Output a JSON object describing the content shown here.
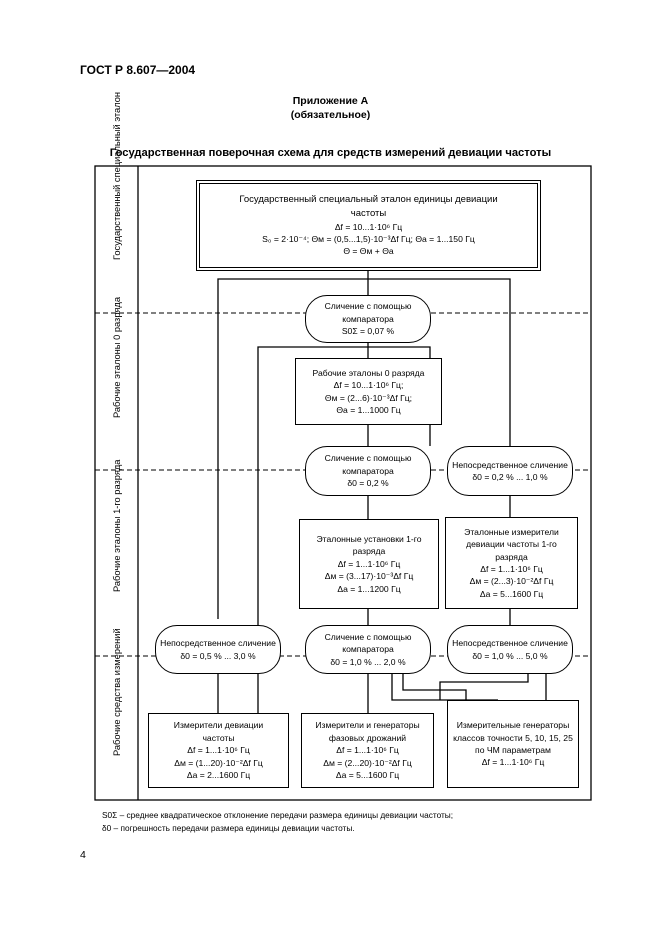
{
  "header": {
    "doc_id": "ГОСТ Р 8.607—2004"
  },
  "appendix": {
    "title": "Приложение А",
    "subtitle": "(обязательное)"
  },
  "diagram": {
    "title": "Государственная поверочная схема для средств измерений девиации частоты",
    "levels": [
      "Государственный специальный эталон",
      "Рабочие эталоны 0 разряда",
      "Рабочие эталоны 1-го разряда",
      "Рабочие средства измерений"
    ],
    "state_standard": {
      "title": "Государственный специальный эталон единицы девиации частоты",
      "line1": "Δf = 10...1·10⁶ Гц",
      "line2": "S₀ = 2·10⁻⁴; Θм = (0,5...1,5)·10⁻³Δf Гц; Θа = 1...150 Гц",
      "line3": "Θ = Θм + Θа"
    },
    "cmp_top": {
      "title": "Сличение с помощью компаратора",
      "value": "S0Σ = 0,07 %"
    },
    "work0": {
      "title": "Рабочие эталоны 0 разряда",
      "line1": "Δf = 10...1·10⁶ Гц;",
      "line2": "Θм = (2...6)·10⁻³Δf Гц;",
      "line3": "Θа = 1...1000 Гц"
    },
    "cmp_mid": {
      "title": "Сличение с помощью компаратора",
      "value": "δ0 = 0,2 %"
    },
    "direct_mid": {
      "title": "Непосредственное сличение",
      "value": "δ0 = 0,2 % ... 1,0 %"
    },
    "install1": {
      "title": "Эталонные установки 1-го разряда",
      "line1": "Δf = 1...1·10⁶ Гц",
      "line2": "Δм = (3...17)·10⁻³Δf Гц",
      "line3": "Δа = 1...1200 Гц"
    },
    "meter1": {
      "title": "Эталонные измерители девиации частоты 1-го разряда",
      "line1": "Δf = 1...1·10⁶ Гц",
      "line2": "Δм = (2...3)·10⁻²Δf Гц",
      "line3": "Δа = 5...1600 Гц"
    },
    "direct_left": {
      "title": "Непосредственное сличение",
      "value": "δ0 = 0,5 % ... 3,0 %"
    },
    "cmp_low": {
      "title": "Сличение с помощью компаратора",
      "value": "δ0 = 1,0 % ... 2,0 %"
    },
    "direct_right": {
      "title": "Непосредственное сличение",
      "value": "δ0 = 1,0 % ... 5,0 %"
    },
    "tool_a": {
      "title": "Измерители девиации частоты",
      "line1": "Δf = 1...1·10⁶ Гц",
      "line2": "Δм = (1...20)·10⁻²Δf Гц",
      "line3": "Δа = 2...1600 Гц"
    },
    "tool_b": {
      "title": "Измерители и генераторы фазовых дрожаний",
      "line1": "Δf = 1...1·10⁶ Гц",
      "line2": "Δм = (2...20)·10⁻²Δf Гц",
      "line3": "Δа = 5...1600 Гц"
    },
    "tool_c": {
      "title": "Измерительные генераторы классов точности 5, 10, 15, 25 по ЧМ параметрам",
      "line1": "Δf = 1...1·10⁶ Гц"
    }
  },
  "notes": [
    "S0Σ – среднее квадратическое отклонение передачи размера единицы девиации частоты;",
    "δ0 – погрешность передачи размера единицы девиации частоты."
  ],
  "page_number": "4"
}
